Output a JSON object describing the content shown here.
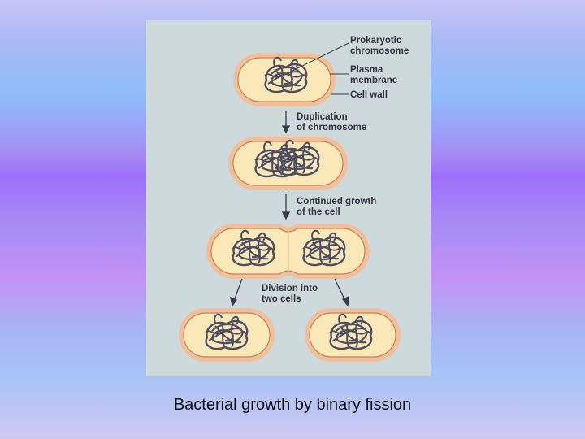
{
  "labels": {
    "prokaryotic_chromosome": [
      "Prokaryotic",
      "chromosome"
    ],
    "plasma_membrane": [
      "Plasma",
      "membrane"
    ],
    "cell_wall": "Cell wall",
    "step1": [
      "Duplication",
      "of chromosome"
    ],
    "step2": [
      "Continued growth",
      "of the cell"
    ],
    "step3": [
      "Division into",
      "two cells"
    ]
  },
  "caption": "Bacterial growth by binary fission",
  "colors": {
    "panel_bg": "#cdd9db",
    "cell_wall": "#f0bf9c",
    "cytoplasm": "#fbe8b8",
    "chromosome": "#4d4d62",
    "arrow": "#3b3b4b"
  }
}
